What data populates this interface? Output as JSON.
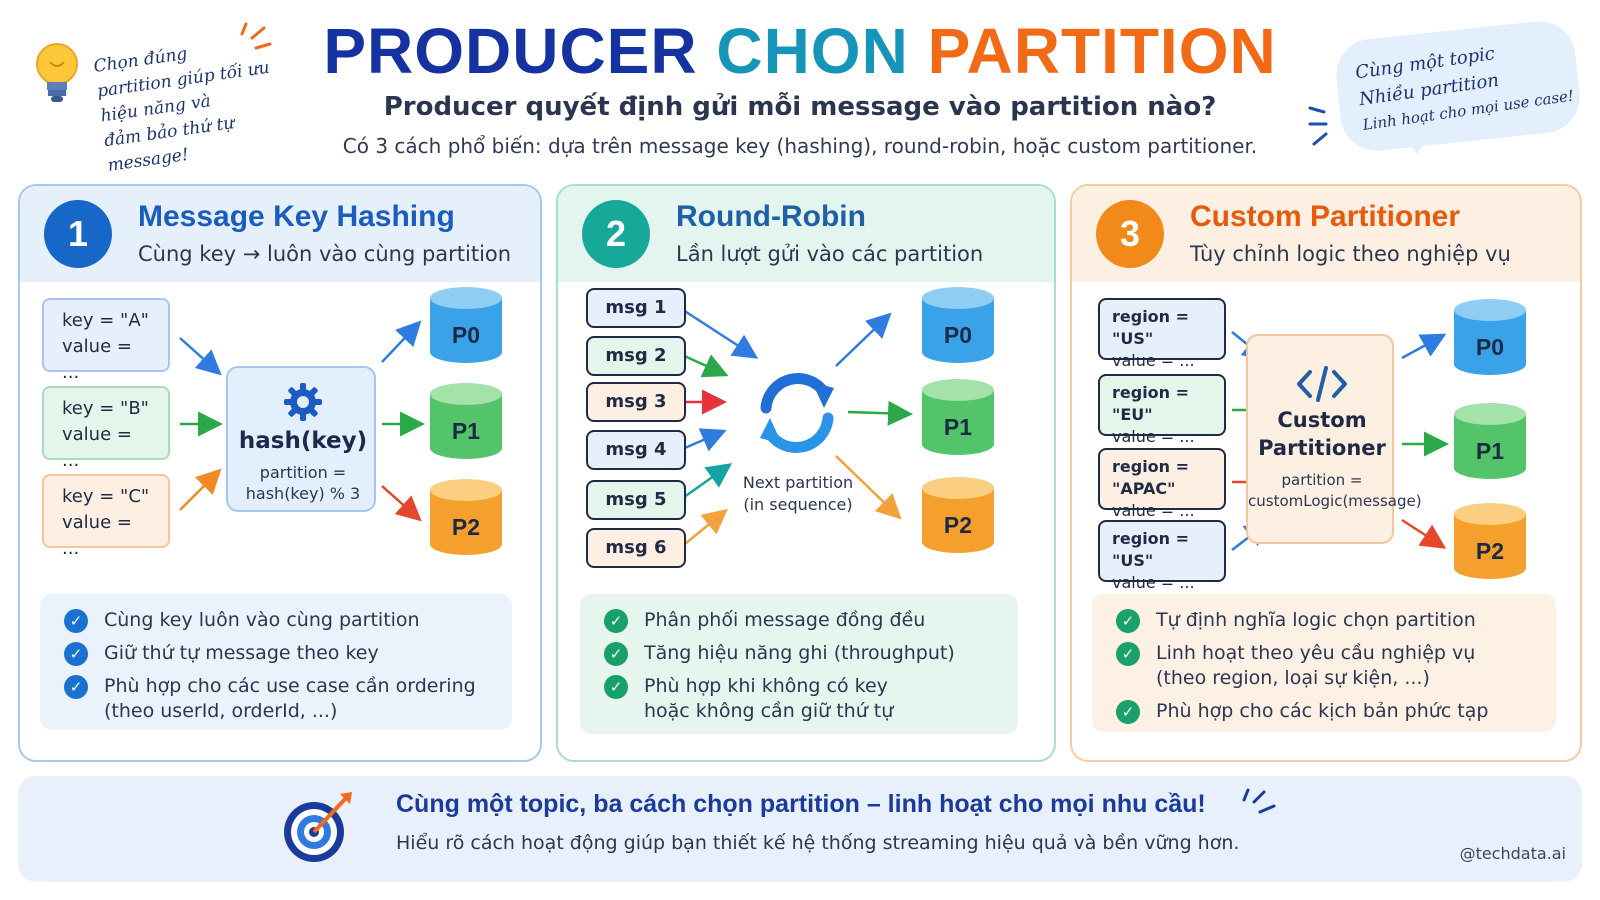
{
  "header": {
    "title_part1": "PRODUCER",
    "title_part2": "CHON",
    "title_part3": "PARTITION",
    "subtitle": "Producer quyết định gửi mỗi message vào partition nào?",
    "description": "Có 3 cách phổ biến: dựa trên message key (hashing), round-robin, hoặc custom partitioner."
  },
  "note_left": [
    "Chọn đúng",
    "partition giúp tối ưu",
    "hiệu năng và",
    "đảm bảo thứ tự",
    "message!"
  ],
  "note_right": [
    "Cùng một topic",
    "Nhiều partition",
    "Linh hoạt cho mọi use case!"
  ],
  "icons": {
    "bulb": "lightbulb-icon",
    "gear": "gear-icon",
    "code": "code-icon",
    "cycle": "round-robin-cycle-icon",
    "target": "target-icon"
  },
  "colors": {
    "blue": "#1667c7",
    "teal": "#17a89a",
    "orange": "#f28a1a",
    "cyl_blue": "#3aa2e8",
    "cyl_green": "#53c46a",
    "cyl_orange": "#f5a02c"
  },
  "panel1": {
    "number": "1",
    "title": "Message Key Hashing",
    "subtitle": "Cùng key → luôn vào cùng partition",
    "keys": [
      {
        "key": "key = \"A\"",
        "value": "value = ..."
      },
      {
        "key": "key = \"B\"",
        "value": "value = ..."
      },
      {
        "key": "key = \"C\"",
        "value": "value = ..."
      }
    ],
    "hash_title": "hash(key)",
    "hash_desc1": "partition =",
    "hash_desc2": "hash(key) % 3",
    "partitions": [
      "P0",
      "P1",
      "P2"
    ],
    "benefits": [
      {
        "line1": "Cùng key luôn vào cùng partition",
        "line2": ""
      },
      {
        "line1": "Giữ thứ tự message theo key",
        "line2": ""
      },
      {
        "line1": "Phù hợp cho các use case cần ordering",
        "line2": "(theo userId, orderId, ...)"
      }
    ]
  },
  "panel2": {
    "number": "2",
    "title": "Round-Robin",
    "subtitle": "Lần lượt gửi vào các partition",
    "messages": [
      "msg 1",
      "msg 2",
      "msg 3",
      "msg 4",
      "msg 5",
      "msg 6"
    ],
    "cycle_label1": "Next partition",
    "cycle_label2": "(in sequence)",
    "partitions": [
      "P0",
      "P1",
      "P2"
    ],
    "benefits": [
      {
        "line1": "Phân phối message đồng đều",
        "line2": ""
      },
      {
        "line1": "Tăng hiệu năng ghi (throughput)",
        "line2": ""
      },
      {
        "line1": "Phù hợp khi không có key",
        "line2": "hoặc không cần giữ thứ tự"
      }
    ]
  },
  "panel3": {
    "number": "3",
    "title": "Custom Partitioner",
    "subtitle": "Tùy chỉnh logic theo nghiệp vụ",
    "regions": [
      {
        "key": "region = \"US\"",
        "value": "value = ..."
      },
      {
        "key": "region = \"EU\"",
        "value": "value = ..."
      },
      {
        "key": "region = \"APAC\"",
        "value": "value = ..."
      },
      {
        "key": "region = \"US\"",
        "value": "value = ..."
      }
    ],
    "custom_title1": "Custom",
    "custom_title2": "Partitioner",
    "custom_desc1": "partition =",
    "custom_desc2": "customLogic(message)",
    "partitions": [
      "P0",
      "P1",
      "P2"
    ],
    "benefits": [
      {
        "line1": "Tự định nghĩa logic chọn partition",
        "line2": ""
      },
      {
        "line1": "Linh hoạt theo yêu cầu nghiệp vụ",
        "line2": "(theo region, loại sự kiện, ...)"
      },
      {
        "line1": "Phù hợp cho các kịch bản phức tạp",
        "line2": ""
      }
    ]
  },
  "footer": {
    "title": "Cùng một topic, ba cách chọn partition – linh hoạt cho mọi nhu cầu!",
    "subtitle": "Hiểu rõ cách hoạt động giúp bạn thiết kế hệ thống streaming hiệu quả và bền vững hơn.",
    "handle": "@techdata.ai"
  }
}
